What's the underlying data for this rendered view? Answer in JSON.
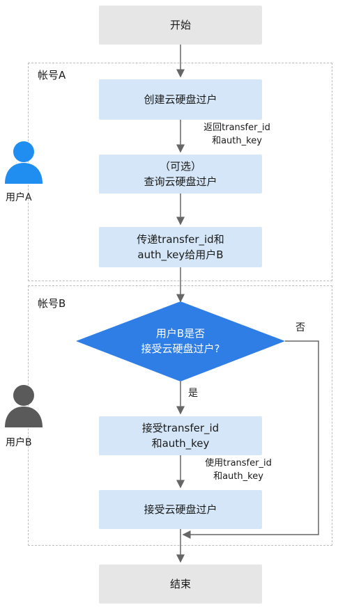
{
  "start": "开始",
  "end": "结束",
  "account_a": {
    "label": "帐号A",
    "user_label": "用户A",
    "create": "创建云硬盘过户",
    "return_note": [
      "返回transfer_id",
      "和auth_key"
    ],
    "query": [
      "（可选）",
      "查询云硬盘过户"
    ],
    "pass": [
      "传递transfer_id和",
      "auth_key给用户B"
    ]
  },
  "account_b": {
    "label": "帐号B",
    "user_label": "用户B",
    "decision": [
      "用户B是否",
      "接受云硬盘过户?"
    ],
    "yes": "是",
    "no": "否",
    "accept_ids": [
      "接受transfer_id",
      "和auth_key"
    ],
    "use_note": [
      "使用transfer_id",
      "和auth_key"
    ],
    "accept": "接受云硬盘过户"
  },
  "colors": {
    "user_a": "#1f8ef0",
    "user_b": "#5a5a5a",
    "decision": "#2f7ee6",
    "process": "#d4e6f7",
    "terminal": "#e6e6e6"
  }
}
